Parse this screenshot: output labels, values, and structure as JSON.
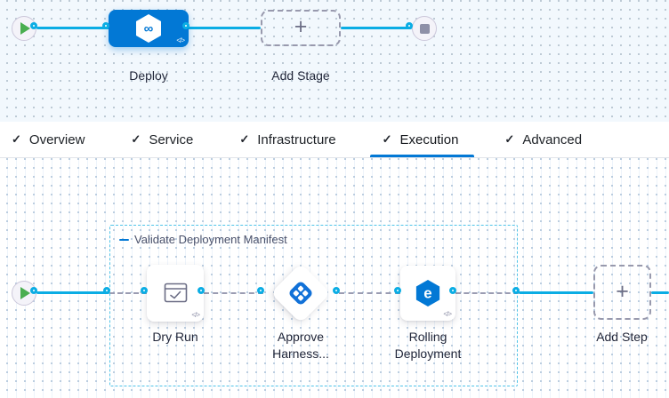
{
  "stage_canvas": {
    "deploy_stage": {
      "label": "Deploy"
    },
    "add_stage": {
      "label": "Add Stage"
    }
  },
  "tabs": {
    "items": [
      {
        "label": "Overview",
        "checked": true
      },
      {
        "label": "Service",
        "checked": true
      },
      {
        "label": "Infrastructure",
        "checked": true
      },
      {
        "label": "Execution",
        "checked": true,
        "active": true
      },
      {
        "label": "Advanced",
        "checked": true
      }
    ],
    "active_tab": "Execution"
  },
  "execution_canvas": {
    "group": {
      "label": "Validate Deployment Manifest"
    },
    "steps": [
      {
        "type": "dry-run",
        "label_line1": "Dry Run",
        "label_line2": ""
      },
      {
        "type": "harness-approval",
        "label_line1": "Approve",
        "label_line2": "Harness..."
      },
      {
        "type": "rolling-deployment",
        "label_line1": "Rolling",
        "label_line2": "Deployment"
      }
    ],
    "add_step": {
      "label": "Add Step"
    }
  },
  "icons": {
    "check": "✓",
    "plus": "+",
    "infinity": "∞",
    "rolling_e": "e",
    "code_toggle": "</>"
  },
  "colors": {
    "accent_blue": "#0278d5",
    "line_blue": "#0bade4",
    "group_dash_cyan": "#4fc3e8",
    "play_green": "#4aae50",
    "canvas_top_bg": "#f2f8fd"
  }
}
